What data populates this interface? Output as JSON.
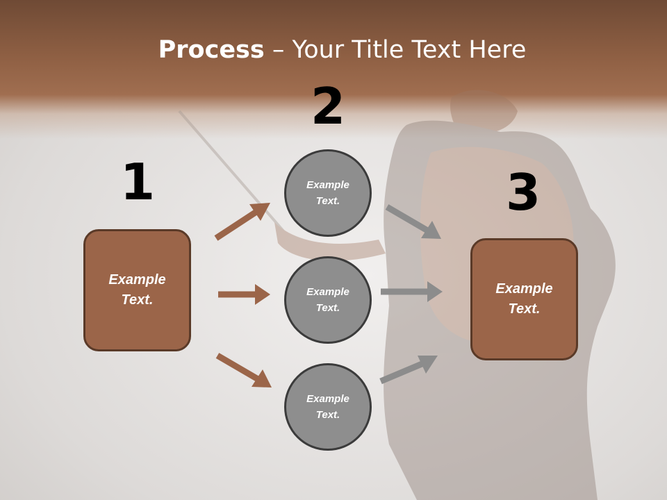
{
  "slide": {
    "title_bold": "Process",
    "title_rest": " – Your Title Text Here"
  },
  "steps": [
    {
      "number": "1"
    },
    {
      "number": "2"
    },
    {
      "number": "3"
    }
  ],
  "left_box": {
    "line1": "Example",
    "line2": "Text."
  },
  "circles": [
    {
      "line1": "Example",
      "line2": "Text."
    },
    {
      "line1": "Example",
      "line2": "Text."
    },
    {
      "line1": "Example",
      "line2": "Text."
    }
  ],
  "right_box": {
    "line1": "Example",
    "line2": "Text."
  },
  "colors": {
    "header": "#8e5f43",
    "box_fill": "#9b6549",
    "box_border": "#5a3a28",
    "circle_fill": "#8e8e8e",
    "circle_border": "#3b3b3b",
    "arrow_brown": "#9b6549",
    "arrow_gray": "#8c8c8c"
  }
}
